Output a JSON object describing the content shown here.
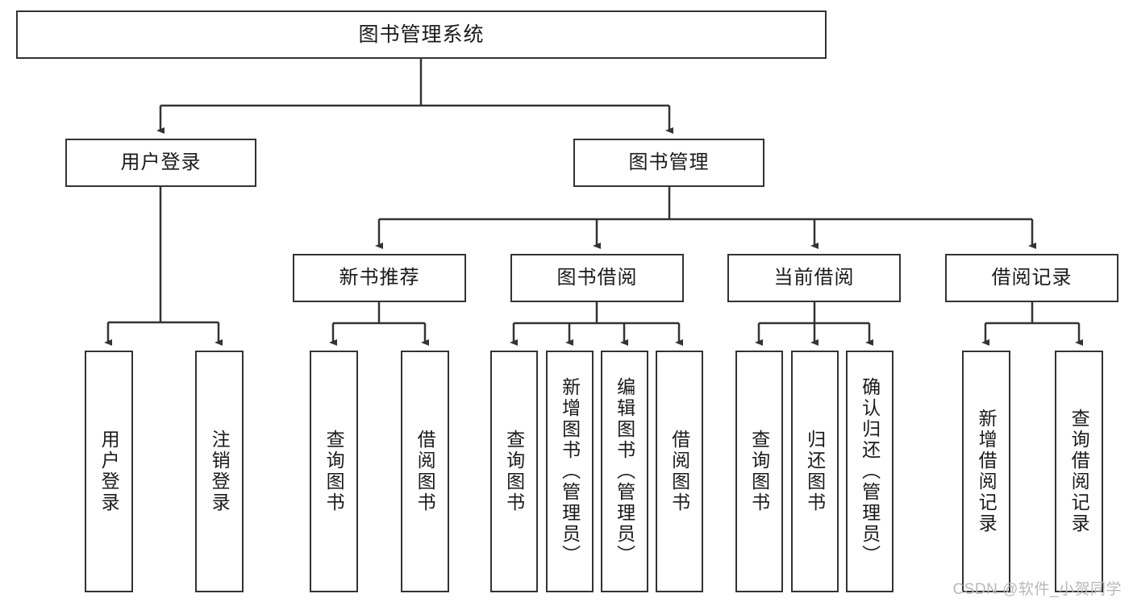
{
  "diagram": {
    "title": "图书管理系统",
    "type": "tree-hierarchy-diagram",
    "stroke_color": "#333333",
    "background_color": "#ffffff",
    "root": {
      "label": "图书管理系统"
    },
    "level1": [
      {
        "label": "用户登录"
      },
      {
        "label": "图书管理"
      }
    ],
    "level2": [
      {
        "label": "新书推荐"
      },
      {
        "label": "图书借阅"
      },
      {
        "label": "当前借阅"
      },
      {
        "label": "借阅记录"
      }
    ],
    "leaves": {
      "user_login": [
        {
          "label": "用户登录"
        },
        {
          "label": "注销登录"
        }
      ],
      "new_book_recommend": [
        {
          "label": "查询图书"
        },
        {
          "label": "借阅图书"
        }
      ],
      "book_borrow": [
        {
          "label": "查询图书"
        },
        {
          "label": "新增图书（管理员）"
        },
        {
          "label": "编辑图书（管理员）"
        },
        {
          "label": "借阅图书"
        }
      ],
      "current_borrow": [
        {
          "label": "查询图书"
        },
        {
          "label": "归还图书"
        },
        {
          "label": "确认归还（管理员）"
        }
      ],
      "borrow_record": [
        {
          "label": "新增借阅记录"
        },
        {
          "label": "查询借阅记录"
        }
      ]
    }
  },
  "watermark": {
    "text": "CSDN @软件_小贺同学"
  }
}
